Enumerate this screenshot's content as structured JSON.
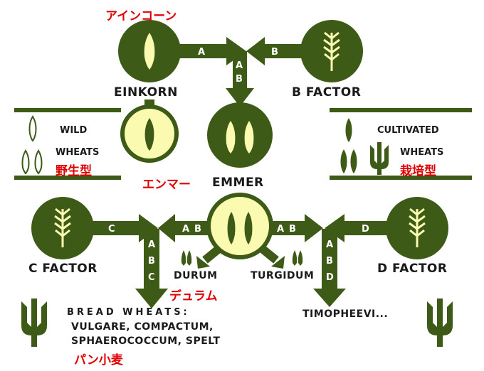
{
  "labels": {
    "einkorn": "EINKORN",
    "einkorn_jp": "アインコーン",
    "b_factor": "B FACTOR",
    "emmer": "EMMER",
    "emmer_jp": "エンマー",
    "c_factor": "C FACTOR",
    "d_factor": "D FACTOR",
    "durum": "DURUM",
    "durum_jp": "デュラム",
    "turgidum": "TURGIDUM",
    "timopheevi": "TIMOPHEEVI...",
    "wild": "WILD",
    "wheats_wild": "WHEATS",
    "wild_jp": "野生型",
    "cultivated": "CULTIVATED",
    "wheats_cult": "WHEATS",
    "cultivated_jp": "栽培型",
    "bread_line1": "BREAD WHEATS:",
    "bread_line2": "VULGARE, COMPACTUM,",
    "bread_line3": "SPHAEROCOCCUM, SPELT",
    "bread_jp": "パン小麦"
  },
  "arrow_letters": {
    "a": "A",
    "b": "B",
    "c": "C",
    "d": "D",
    "ab_vertical": [
      "A",
      "B"
    ],
    "ab_left": [
      "A",
      "B"
    ],
    "ab_right": [
      "A",
      "B"
    ],
    "abc_vertical": [
      "A",
      "B",
      "C"
    ],
    "abd_vertical": [
      "A",
      "B",
      "D"
    ]
  },
  "colors": {
    "dark_green": "#3d5a16",
    "cream": "#fafab0",
    "japanese_red": "#e00000"
  },
  "icons": [
    "wheat-spike-icon",
    "wheat-ear-icon",
    "wild-wheat-outline-icon",
    "cultivated-wheat-icon",
    "bread-wheat-icon"
  ]
}
